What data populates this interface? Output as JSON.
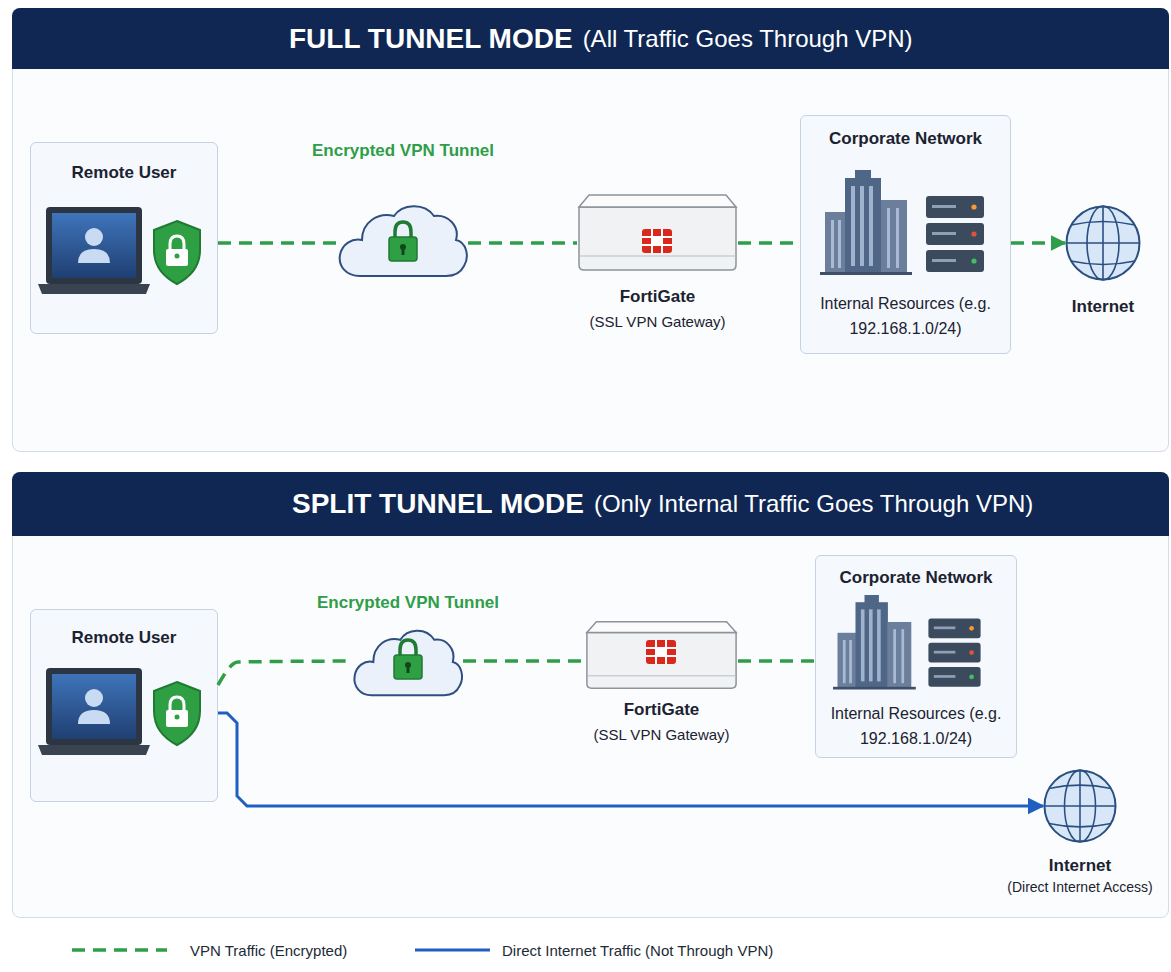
{
  "diagram": {
    "nodes": [
      {
        "text": [
          "FULL TUNNEL MODE",
          "(All Traffic Goes Through VPN)"
        ]
      },
      {
        "text": [
          "Remote User"
        ],
        "in": 0
      },
      {
        "text": [
          "Encrypted VPN Tunnel"
        ],
        "in": 0
      },
      {
        "text": [
          "FortiGate",
          "(SSL VPN Gateway)"
        ],
        "in": 0
      },
      {
        "text": [
          "Corporate Network",
          "Internal Resources (e.g. 192.168.1.0/24)"
        ],
        "in": 0
      },
      {
        "text": [
          "Internet"
        ],
        "in": 0
      },
      {
        "text": [
          "SPLIT TUNNEL MODE",
          "(Only Internal Traffic Goes Through VPN)"
        ]
      },
      {
        "text": [
          "Remote User"
        ],
        "in": 6
      },
      {
        "text": [
          "Encrypted VPN Tunnel"
        ],
        "in": 6
      },
      {
        "text": [
          "FortiGate",
          "(SSL VPN Gateway)"
        ],
        "in": 6
      },
      {
        "text": [
          "Corporate Network",
          "Internal Resources (e.g. 192.168.1.0/24)"
        ],
        "in": 6
      },
      {
        "text": [
          "Internet",
          "(Direct Internet Access)"
        ],
        "in": 6
      }
    ],
    "edges": [
      {
        "from": 1,
        "to": 2,
        "arrow": "none"
      },
      {
        "from": 2,
        "to": 3,
        "arrow": "none"
      },
      {
        "from": 3,
        "to": 4,
        "arrow": "none"
      },
      {
        "from": 4,
        "to": 5,
        "arrow": "to"
      },
      {
        "from": 7,
        "to": 8,
        "arrow": "none"
      },
      {
        "from": 8,
        "to": 9,
        "arrow": "none"
      },
      {
        "from": 9,
        "to": 10,
        "arrow": "none"
      },
      {
        "from": 7,
        "to": 11,
        "arrow": "to"
      }
    ],
    "legend": [
      {
        "text": "VPN Traffic (Encrypted)"
      },
      {
        "text": "Direct Internet Traffic (Not Through VPN)"
      }
    ]
  }
}
